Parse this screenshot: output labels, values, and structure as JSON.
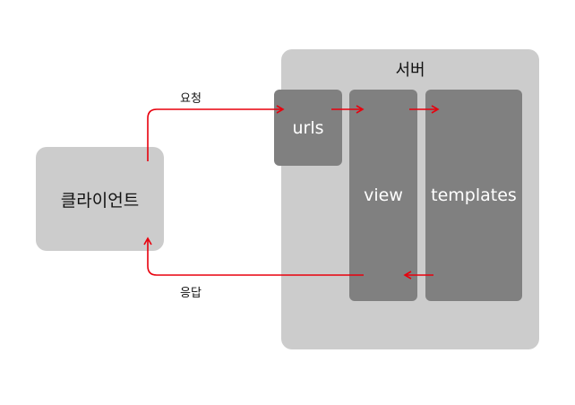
{
  "server": {
    "title": "서버"
  },
  "client": {
    "label": "클라이언트"
  },
  "components": {
    "urls": "urls",
    "view": "view",
    "templates": "templates"
  },
  "edges": {
    "request_label": "요청",
    "response_label": "응답"
  },
  "colors": {
    "arrow": "#e8000d",
    "light_box": "#cccccc",
    "dark_box": "#808080"
  }
}
